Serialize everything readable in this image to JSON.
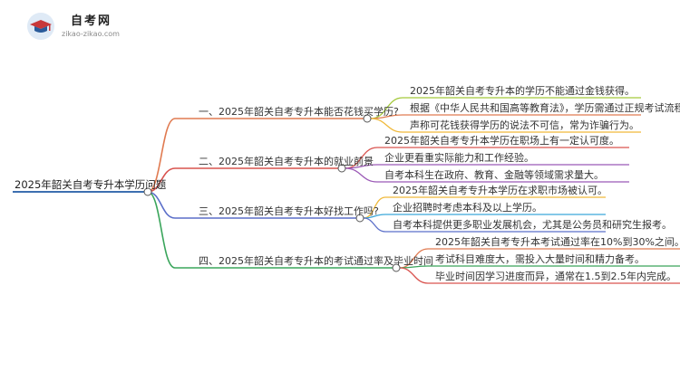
{
  "header": {
    "logo_name": "自考网",
    "logo_url": "zikao-zikao.com",
    "logo_icon": "graduation-cap-icon"
  },
  "mindmap": {
    "root": "2025年韶关自考专升本学历问题",
    "branches": [
      {
        "label": "一、2025年韶关自考专升本能否花钱买学历?",
        "color": "#e07a50",
        "leaves": [
          {
            "text": "2025年韶关自考专升本的学历不能通过金钱获得。",
            "color": "#a3c93a"
          },
          {
            "text": "根据《中华人民共和国高等教育法》，学历需通过正规考试流程。",
            "color": "#e07a50"
          },
          {
            "text": "声称可花钱获得学历的说法不可信，常为诈骗行为。",
            "color": "#f0b93a"
          }
        ]
      },
      {
        "label": "二、2025年韶关自考专升本的就业前景",
        "color": "#d9534f",
        "leaves": [
          {
            "text": "2025年韶关自考专升本学历在职场上有一定认可度。",
            "color": "#d9534f"
          },
          {
            "text": "企业更看重实际能力和工作经验。",
            "color": "#9b59b6"
          },
          {
            "text": "自考本科生在政府、教育、金融等领域需求量大。",
            "color": "#9b59b6"
          }
        ]
      },
      {
        "label": "三、2025年韶关自考专升本好找工作吗?",
        "color": "#5b6fc9",
        "leaves": [
          {
            "text": "2025年韶关自考专升本学历在求职市场被认可。",
            "color": "#f0b93a"
          },
          {
            "text": "企业招聘时考虑本科及以上学历。",
            "color": "#3aa7d9"
          },
          {
            "text": "自考本科提供更多职业发展机会，尤其是公务员和研究生报考。",
            "color": "#5b6fc9"
          }
        ]
      },
      {
        "label": "四、2025年韶关自考专升本的考试通过率及毕业时间",
        "color": "#3aa55b",
        "leaves": [
          {
            "text": "2025年韶关自考专升本考试通过率在10%到30%之间。",
            "color": "#e07a50"
          },
          {
            "text": "考试科目难度大，需投入大量时间和精力备考。",
            "color": "#3aa55b"
          },
          {
            "text": "毕业时间因学习进度而异，通常在1.5到2.5年内完成。",
            "color": "#d9534f"
          }
        ]
      }
    ]
  },
  "root_color": "#3d6fb0"
}
